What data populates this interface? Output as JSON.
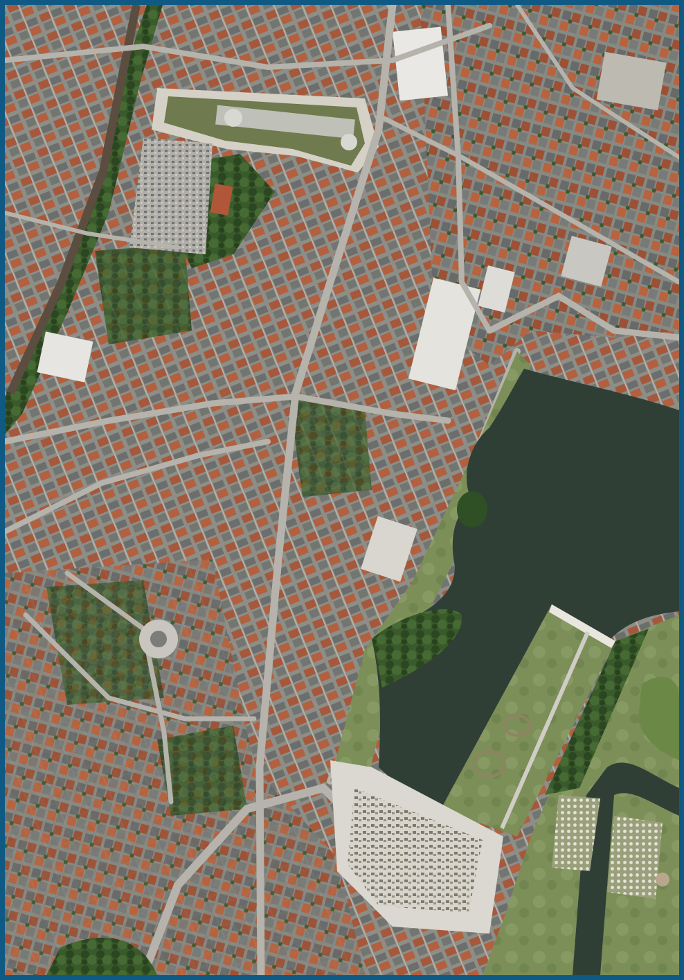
{
  "map": {
    "view": "aerial-orthophoto",
    "frame_color": "#0f5a84",
    "palette": {
      "water": "#2f3f36",
      "park_grass": "#6e8a4c",
      "meadow": "#849660",
      "trees": "#2f4f24",
      "built_area": "#8d8f88",
      "roof_red": "#a8553a",
      "roof_gray": "#6a6d6c",
      "plaza": "#d8d6cf",
      "road": "#a7a59e",
      "rail": "#5b4d40"
    },
    "features": [
      "lake",
      "peninsula-meadow",
      "baroque-garden",
      "shopping-center",
      "market-square",
      "railway",
      "waterfront-plaza",
      "roundabout-building"
    ]
  }
}
